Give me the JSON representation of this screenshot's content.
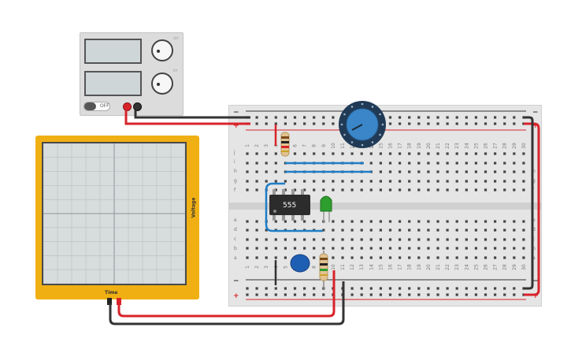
{
  "power_supply": {
    "switch_label": "OFF",
    "small_labels": [
      "U/V",
      "I/A"
    ],
    "colors": {
      "positive": "#d9232a",
      "negative": "#333333"
    }
  },
  "oscilloscope": {
    "x_label": "Time",
    "y_label": "Voltage",
    "color": "#f0b013"
  },
  "breadboard": {
    "column_numbers": [
      "1",
      "2",
      "3",
      "4",
      "5",
      "6",
      "7",
      "8",
      "9",
      "10",
      "11",
      "12",
      "13",
      "14",
      "15",
      "16",
      "17",
      "18",
      "19",
      "20",
      "21",
      "22",
      "23",
      "24",
      "25",
      "26",
      "27",
      "28",
      "29",
      "30"
    ],
    "row_letters_top": [
      "j",
      "i",
      "h",
      "g",
      "f"
    ],
    "row_letters_bottom": [
      "e",
      "d",
      "c",
      "b",
      "a"
    ],
    "rail_minus": "−",
    "rail_plus": "+"
  },
  "components": {
    "ic_label": "555",
    "led_color": "#2e9e2e",
    "pot_color": "#3a86c8",
    "cap_color": "#1f5fb3",
    "jumper_color": "#1e7ec7",
    "wire_red": "#d9232a",
    "wire_black": "#333333"
  }
}
